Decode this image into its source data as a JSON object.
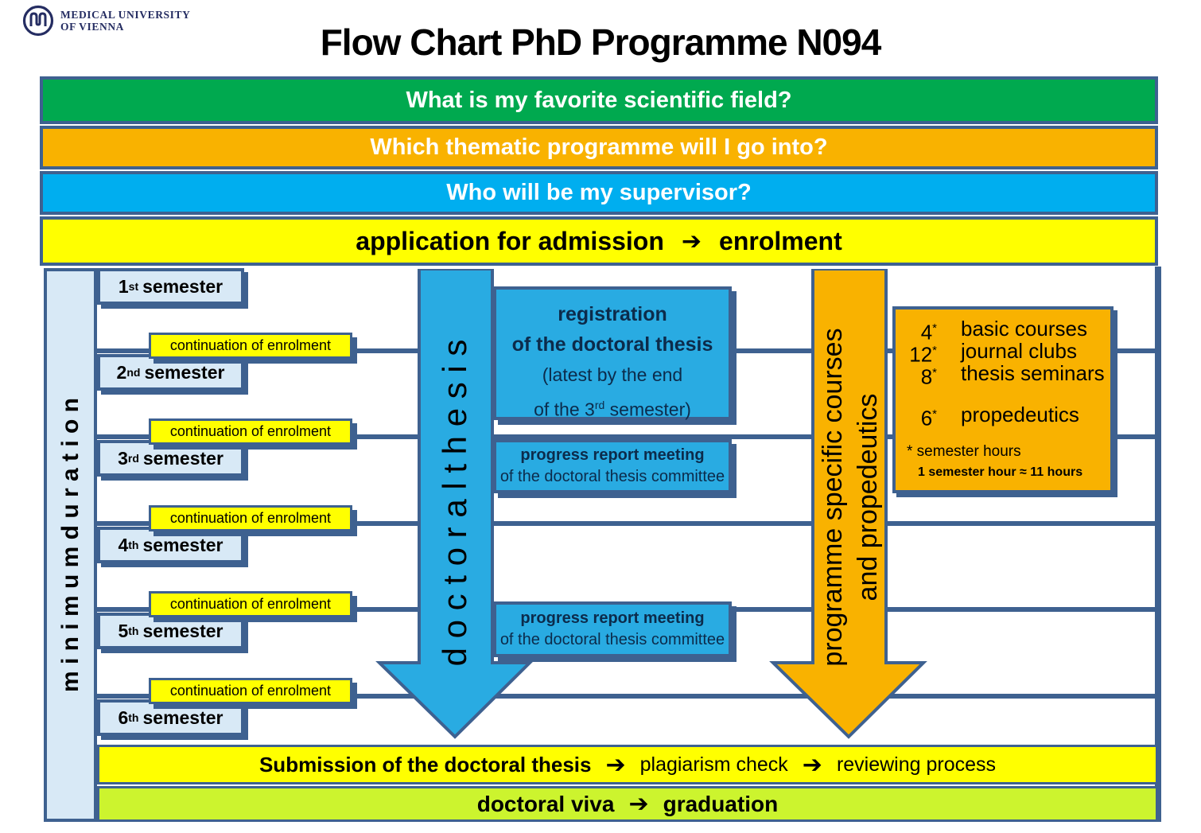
{
  "logo": {
    "line1": "MEDICAL UNIVERSITY",
    "line2": "OF VIENNA"
  },
  "title": "Flow Chart PhD Programme N094",
  "banners": {
    "q1": "What is my favorite scientific field?",
    "q2": "Which thematic programme will I go into?",
    "q3": "Who will be my supervisor?",
    "admission_pre": "application for admission",
    "admission_post": "enrolment",
    "arrow": "➔"
  },
  "left_rail": {
    "label": "m i n i m u m   d u r a t i o n"
  },
  "semesters": [
    {
      "num": "1",
      "ord": "st",
      "label": "semester"
    },
    {
      "num": "2",
      "ord": "nd",
      "label": "semester"
    },
    {
      "num": "3",
      "ord": "rd",
      "label": "semester"
    },
    {
      "num": "4",
      "ord": "th",
      "label": "semester"
    },
    {
      "num": "5",
      "ord": "th",
      "label": "semester"
    },
    {
      "num": "6",
      "ord": "th",
      "label": "semester"
    }
  ],
  "continuations": [
    "continuation of enrolment",
    "continuation of enrolment",
    "continuation of enrolment",
    "continuation of enrolment",
    "continuation of enrolment"
  ],
  "doctoral_arrow": {
    "label": "d o c t o r a l   t h e s i s"
  },
  "courses_arrow": {
    "line1": "programme specific courses",
    "line2": "and propedeutics"
  },
  "registration_box": {
    "line1": "registration",
    "line2": "of the doctoral thesis",
    "line3": "(latest by the end",
    "line4_pre": "of the 3",
    "line4_sup": "rd",
    "line4_post": " semester)"
  },
  "progress_box": {
    "line1": "progress report meeting",
    "line2": "of the doctoral thesis committee"
  },
  "courses_box": {
    "rows": [
      {
        "num": "4",
        "star": "*",
        "label": "basic courses"
      },
      {
        "num": "12",
        "star": "*",
        "label": "journal clubs"
      },
      {
        "num": "8",
        "star": "*",
        "label": "thesis seminars"
      },
      {
        "num": "6",
        "star": "*",
        "label": "propedeutics"
      }
    ],
    "footnote1": "*  semester hours",
    "footnote2": "1 semester hour ≈ 11 hours"
  },
  "submission": {
    "step1": "Submission of the doctoral thesis",
    "step2": "plagiarism check",
    "step3": "reviewing process",
    "arrow": "➔"
  },
  "viva": {
    "pre": "doctoral viva",
    "arrow": "➔",
    "post": "graduation"
  },
  "colors": {
    "border_slate": "#3E6190",
    "green": "#00A94F",
    "orange": "#F9B200",
    "banner_blue": "#00AEEF",
    "box_blue": "#29ABE2",
    "yellow": "#FFFF00",
    "viva_green": "#CCF42E",
    "light_blue": "#D8E9F6",
    "navy_text": "#0C2B4B",
    "logo_navy": "#252D62"
  }
}
